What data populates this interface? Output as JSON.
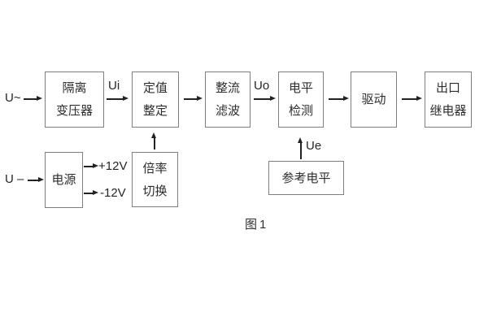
{
  "figure": {
    "caption": "图1",
    "background": "#ffffff",
    "box_border_color": "#7f7f7f",
    "line_color": "#222222",
    "text_color": "#2d2d2d"
  },
  "inputs": {
    "ac_input": "U~",
    "dc_input": "U –"
  },
  "signals": {
    "ui": "Ui",
    "uo": "Uo",
    "ue": "Ue",
    "plus_12v": "+12V",
    "minus_12v": "-12V"
  },
  "blocks": {
    "isolation_transformer": {
      "line1": "隔离",
      "line2": "变压器"
    },
    "value_setting": {
      "line1": "定值",
      "line2": "整定"
    },
    "rectify_filter": {
      "line1": "整流",
      "line2": "滤波"
    },
    "level_detect": {
      "line1": "电平",
      "line2": "检测"
    },
    "drive": {
      "line1": "驱动"
    },
    "output_relay": {
      "line1": "出口",
      "line2": "继电器"
    },
    "power_supply": {
      "line1": "电源"
    },
    "ratio_switch": {
      "line1": "倍率",
      "line2": "切换"
    },
    "reference_level": {
      "line1": "参考电平"
    }
  }
}
